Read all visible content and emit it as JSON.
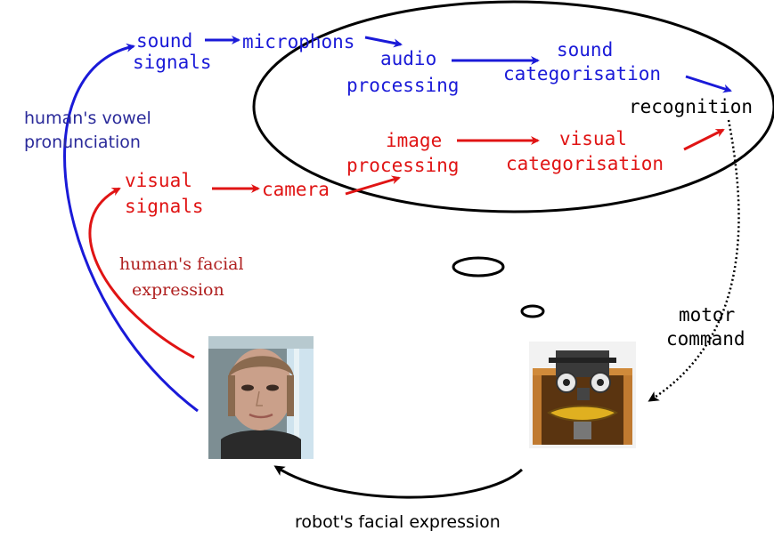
{
  "labels": {
    "sound_signals": [
      "sound",
      "signals"
    ],
    "microphons": "microphons",
    "audio_processing": [
      "audio",
      "processing"
    ],
    "sound_categorisation": [
      "sound",
      "categorisation"
    ],
    "recognition": "recognition",
    "image_processing": [
      "image",
      "processing"
    ],
    "visual_categorisation": [
      "visual",
      "categorisation"
    ],
    "visual_signals": [
      "visual",
      "signals"
    ],
    "camera": "camera",
    "motor_command": [
      "motor",
      "command"
    ],
    "human_vowel": [
      "human's vowel",
      "pronunciation"
    ],
    "human_facial": [
      "human's facial",
      "expression"
    ],
    "robot_facial": "robot's facial expression"
  },
  "colors": {
    "audio_path": "#1a1ad8",
    "visual_path": "#e01414",
    "feedback_path": "#000000"
  },
  "icons": {
    "human_face": "human-face-photo",
    "robot_face": "robot-head-photo"
  }
}
